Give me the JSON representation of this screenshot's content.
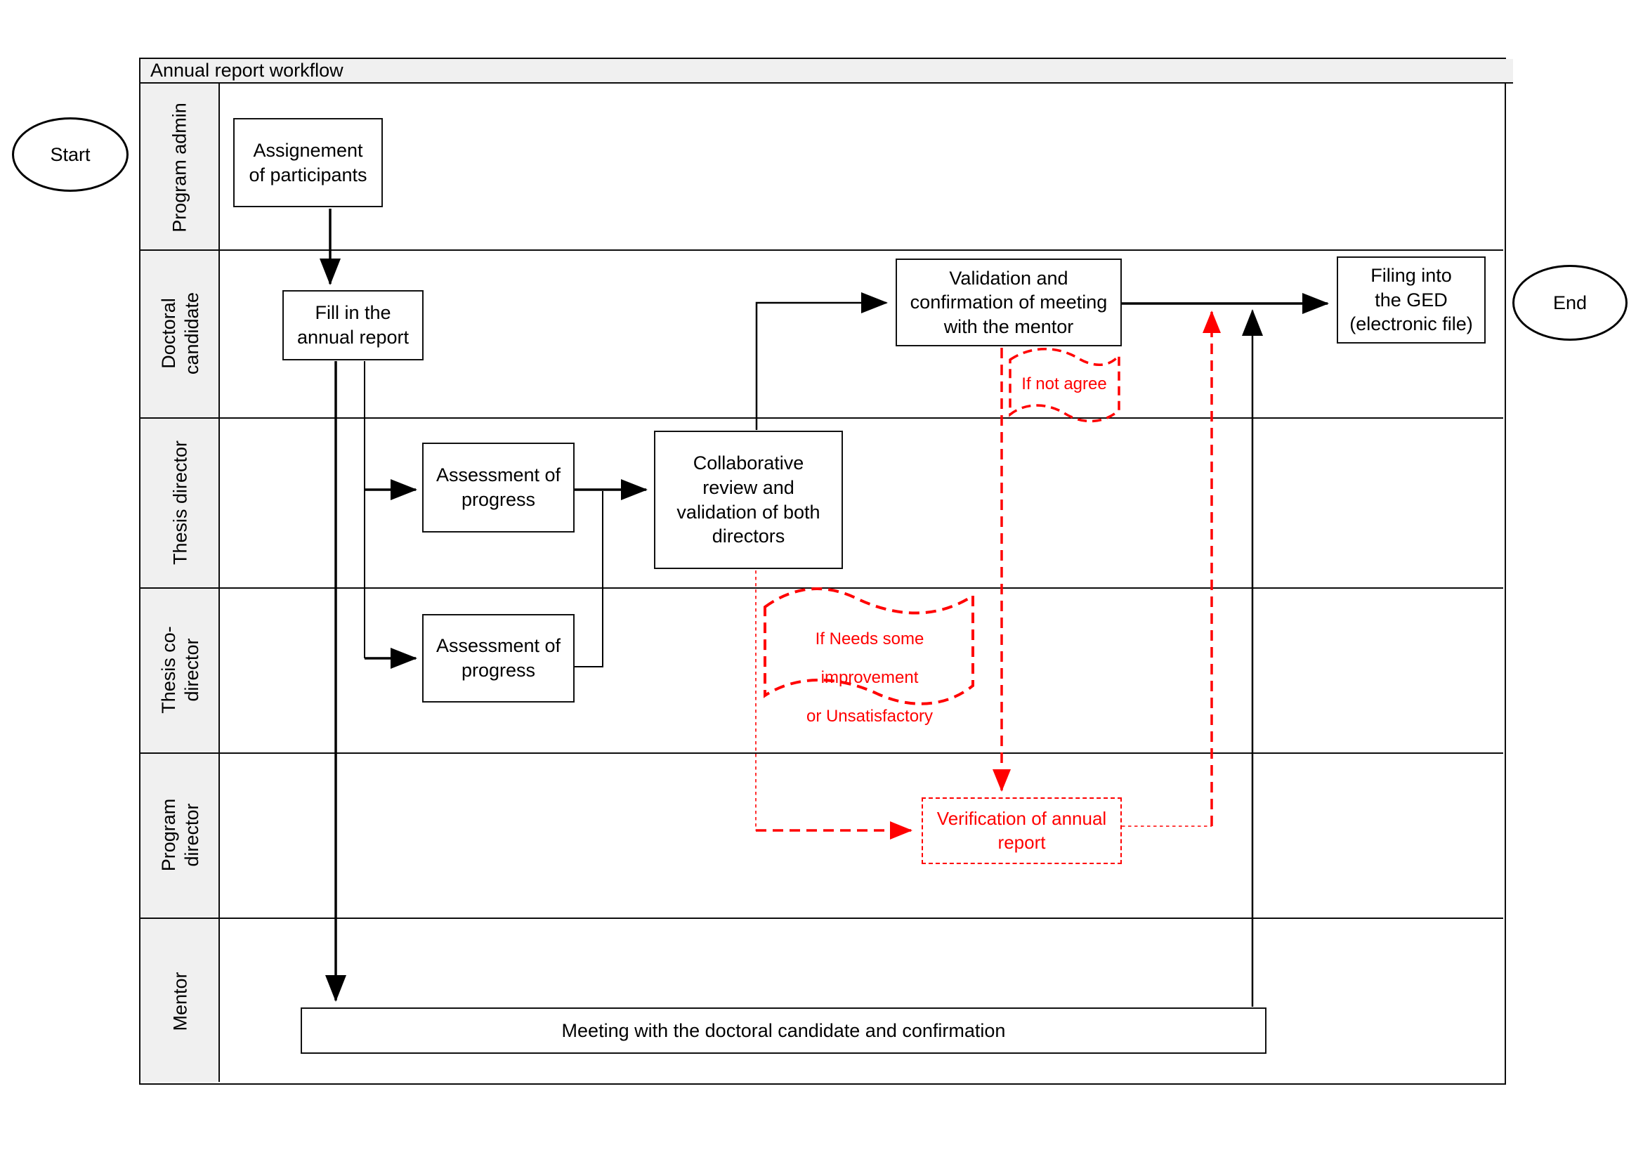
{
  "title": "Annual report workflow",
  "terminators": {
    "start": "Start",
    "end": "End"
  },
  "lanes": [
    {
      "label": "Program admin"
    },
    {
      "label": "Doctoral\ncandidate"
    },
    {
      "label": "Thesis director"
    },
    {
      "label": "Thesis co-\ndirector"
    },
    {
      "label": "Program\ndirector"
    },
    {
      "label": "Mentor"
    }
  ],
  "nodes": {
    "assignment": "Assignement\nof participants",
    "fill_in": "Fill in the\nannual report",
    "validation": "Validation and\nconfirmation of meeting\nwith the mentor",
    "filing": "Filing into\nthe GED\n(electronic file)",
    "assessment_director": "Assessment of\nprogress",
    "collaborative": "Collaborative\nreview and\nvalidation of both\ndirectors",
    "assessment_codirector": "Assessment of\nprogress",
    "verification": "Verification of annual\nreport",
    "meeting": "Meeting with the doctoral candidate and confirmation"
  },
  "annotations": {
    "if_not_agree": "If not agree",
    "if_needs_improvement": "If Needs some improvement\nor Unsatisfactory"
  },
  "colors": {
    "flow_line": "#000000",
    "alert_line": "#ff0000",
    "lane_header_bg": "#f0f0f0",
    "border": "#0d0d0d",
    "node_bg": "#ffffff"
  }
}
